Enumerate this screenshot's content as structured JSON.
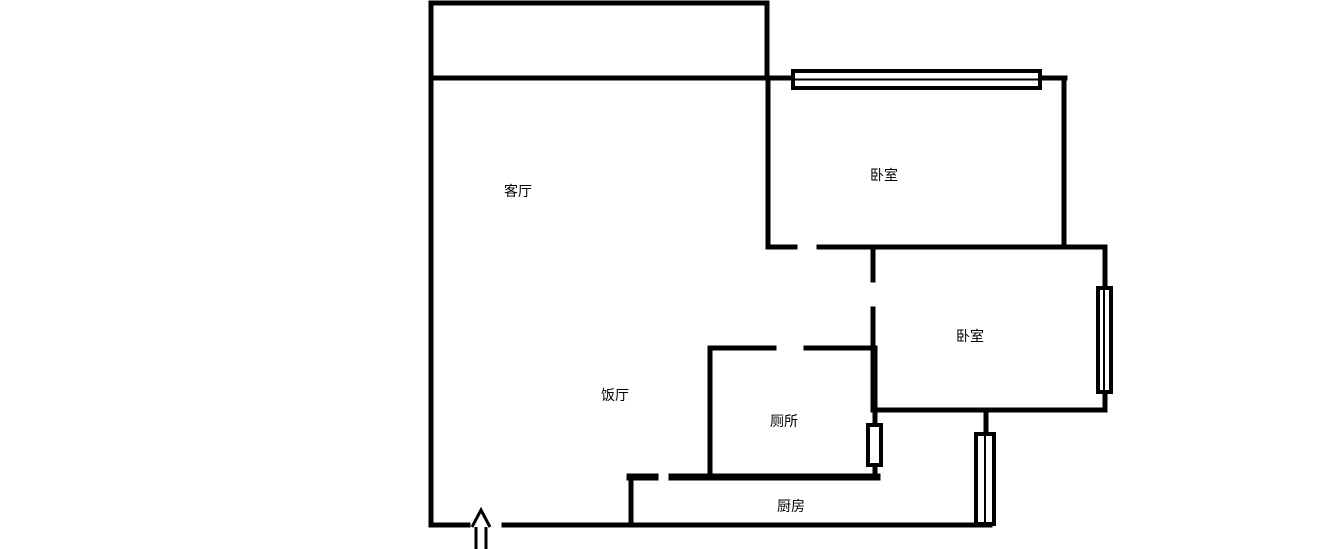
{
  "plan": {
    "wall_color": "#000000",
    "rooms": [
      {
        "id": "living",
        "label": "客厅"
      },
      {
        "id": "bedroom1",
        "label": "卧室"
      },
      {
        "id": "bedroom2",
        "label": "卧室"
      },
      {
        "id": "dining",
        "label": "饭厅"
      },
      {
        "id": "toilet",
        "label": "厕所"
      },
      {
        "id": "kitchen",
        "label": "厨房"
      }
    ]
  }
}
